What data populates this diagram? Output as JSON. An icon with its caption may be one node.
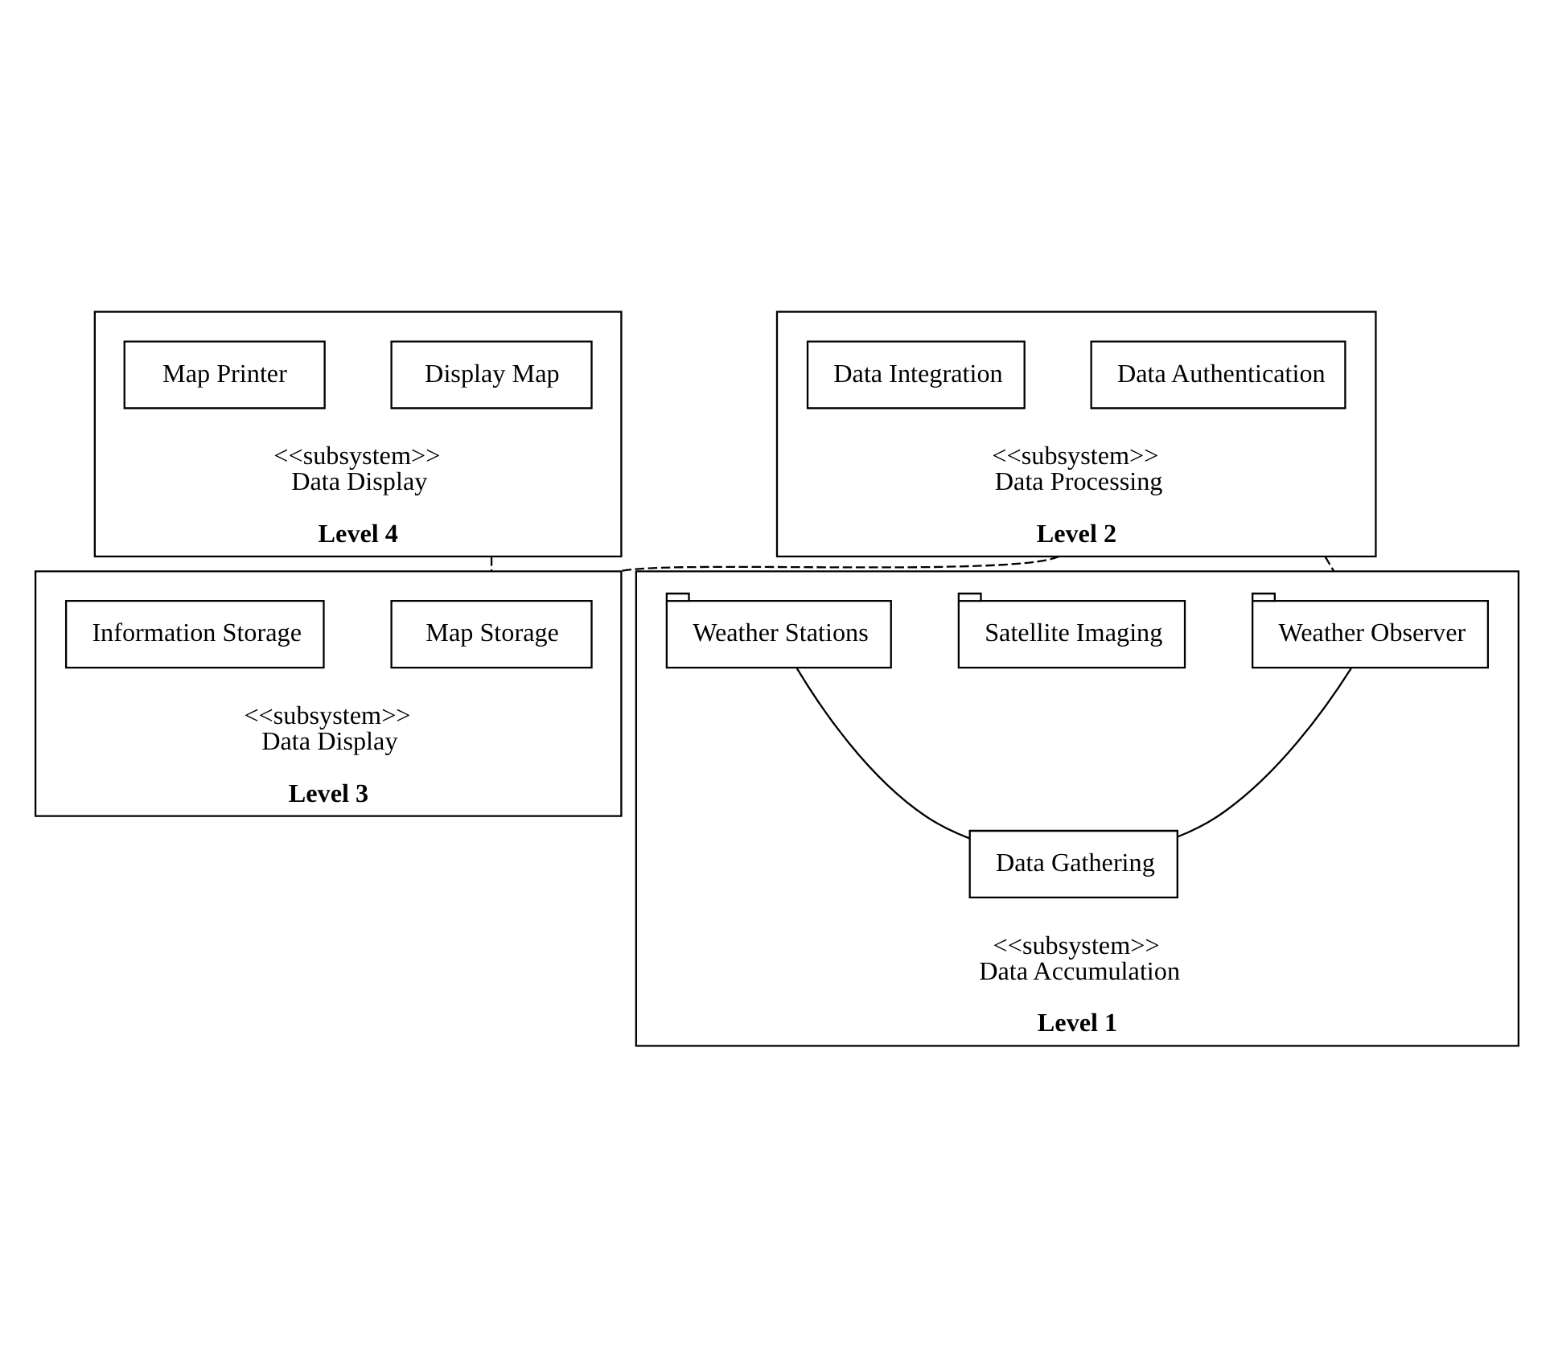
{
  "diagram": {
    "nodes": [
      {
        "text": [
          "<<subsystem>>",
          "Data Display"
        ],
        "beside": [
          "Level 4"
        ]
      },
      {
        "text": [
          "Display Map"
        ],
        "in": 0
      },
      {
        "text": [
          "Map Printer"
        ],
        "in": 0
      },
      {
        "text": [
          "<<subsystem>>",
          "Data Processing"
        ],
        "beside": [
          "Level 2"
        ]
      },
      {
        "text": [
          "Data Authentication"
        ],
        "in": 3
      },
      {
        "text": [
          "Data Integration"
        ],
        "in": 3
      },
      {
        "text": [
          "<<subsystem>>",
          "Data Display"
        ],
        "beside": [
          "Level 3"
        ]
      },
      {
        "text": [
          "Map Storage"
        ],
        "in": 6
      },
      {
        "text": [
          "Information Storage"
        ],
        "in": 6
      },
      {
        "text": [
          "<<subsystem>>",
          "Data Accumulation"
        ],
        "beside": [
          "Level 1"
        ]
      },
      {
        "text": [
          "Weather Observer"
        ],
        "in": 9
      },
      {
        "text": [
          "Satellite Imaging"
        ],
        "in": 9
      },
      {
        "text": [
          "Weather Stations"
        ],
        "in": 9
      },
      {
        "text": [
          "Data Gathering"
        ],
        "in": 9
      }
    ],
    "edges": [
      {
        "from": 0,
        "to": 6,
        "arrow": "none",
        "style": "dashed"
      },
      {
        "from": 3,
        "to": 6,
        "arrow": "none",
        "style": "dashed"
      },
      {
        "from": 3,
        "to": 9,
        "arrow": "none",
        "style": "dashed"
      },
      {
        "from": 10,
        "to": 13,
        "arrow": "none"
      },
      {
        "from": 12,
        "to": 13,
        "arrow": "none"
      }
    ]
  }
}
